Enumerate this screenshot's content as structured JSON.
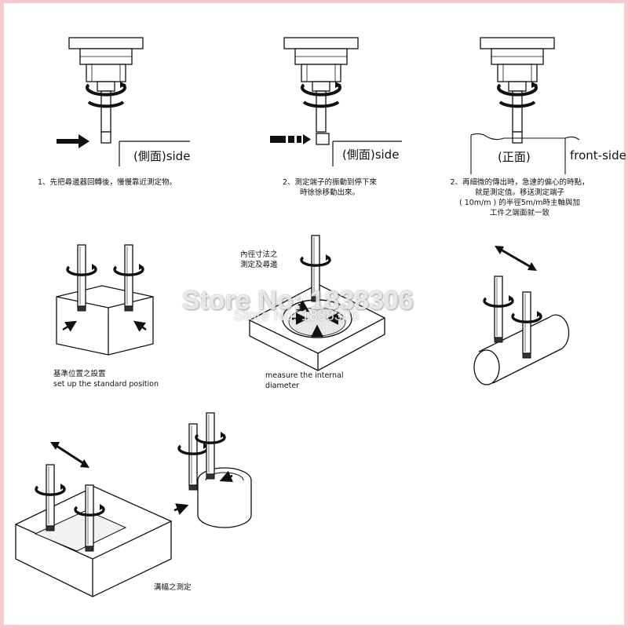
{
  "step1": {
    "side_label": "(側面)side",
    "caption": "1、先把尋邊器回轉後，慢慢靠近測定物。"
  },
  "step2": {
    "side_label": "(側面)side",
    "caption_line1": "2、測定端子的振動到停下來",
    "caption_line2": "時徐徐移動出來。"
  },
  "step3": {
    "front_label": "(正面)",
    "front_side_label": "front-side",
    "caption_line1": "2、再細微的傳出時，急速的偏心的時點，",
    "caption_line2": "就是測定值。移送測定端子",
    "caption_line3": "( 10m/m ) 的半徑5m/m時主軸與加",
    "caption_line4": "工件之端面就一致"
  },
  "standard_position": {
    "caption_cn": "基準位置之設置",
    "caption_en": "set up the standard position"
  },
  "internal_diameter": {
    "label_line1": "內徑寸法之",
    "label_line2": "測定及尋邊",
    "caption_line1": "measure the internal",
    "caption_line2": "diameter"
  },
  "groove": {
    "caption": "溝幅之測定"
  },
  "watermark": {
    "line1": "Store No: 1838306",
    "line2": "Store No: 1838306"
  },
  "colors": {
    "border": "#f6c9cf",
    "ink": "#111111"
  }
}
